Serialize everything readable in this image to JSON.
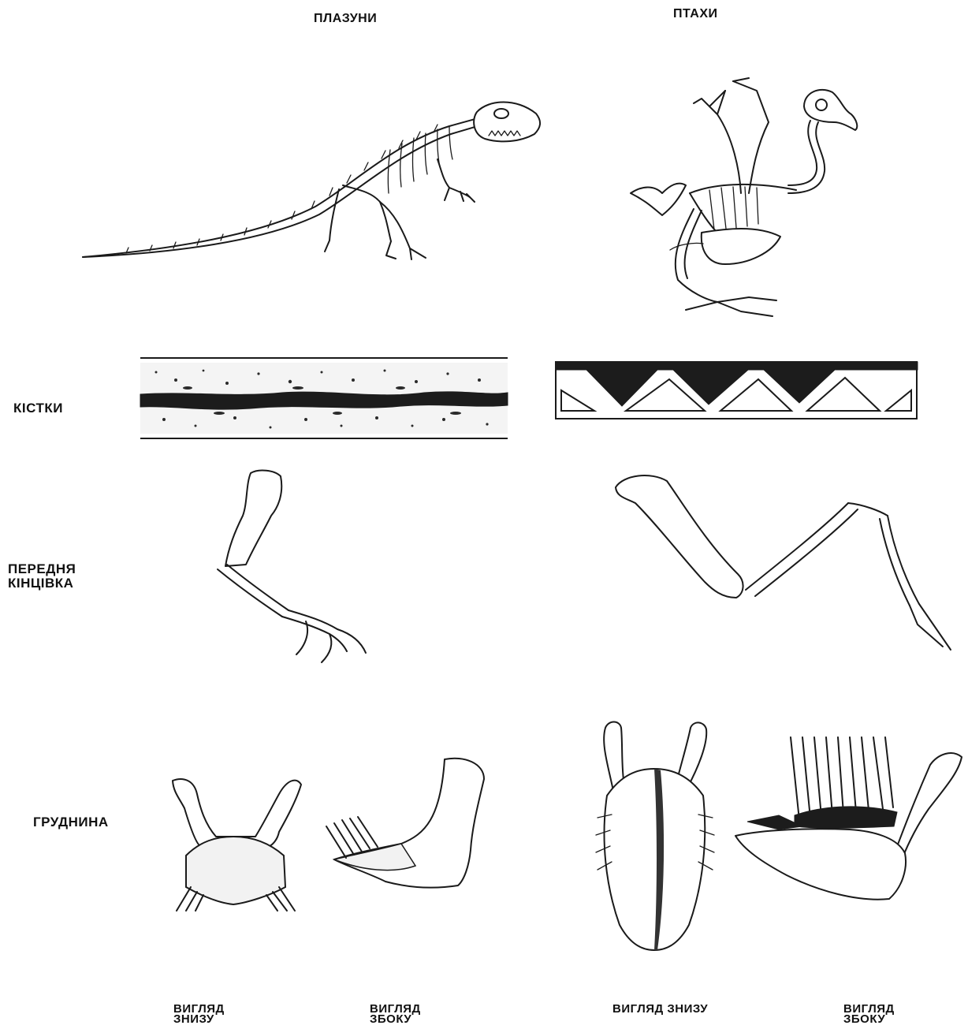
{
  "columns": {
    "reptiles": "ПЛАЗУНИ",
    "birds": "ПТАХИ"
  },
  "rows": {
    "bones": "КІСТКИ",
    "forelimb_line1": "ПЕРЕДНЯ",
    "forelimb_line2": "КІНЦІВКА",
    "sternum": "ГРУДНИНА"
  },
  "views": {
    "reptile_bottom_line1": "ВИГЛЯД",
    "reptile_bottom_line2": "ЗНИЗУ",
    "reptile_side_line1": "ВИГЛЯД",
    "reptile_side_line2": "ЗБОКУ",
    "bird_bottom": "ВИГЛЯД ЗНИЗУ",
    "bird_side_line1": "ВИГЛЯД",
    "bird_side_line2": "ЗБОКУ"
  }
}
